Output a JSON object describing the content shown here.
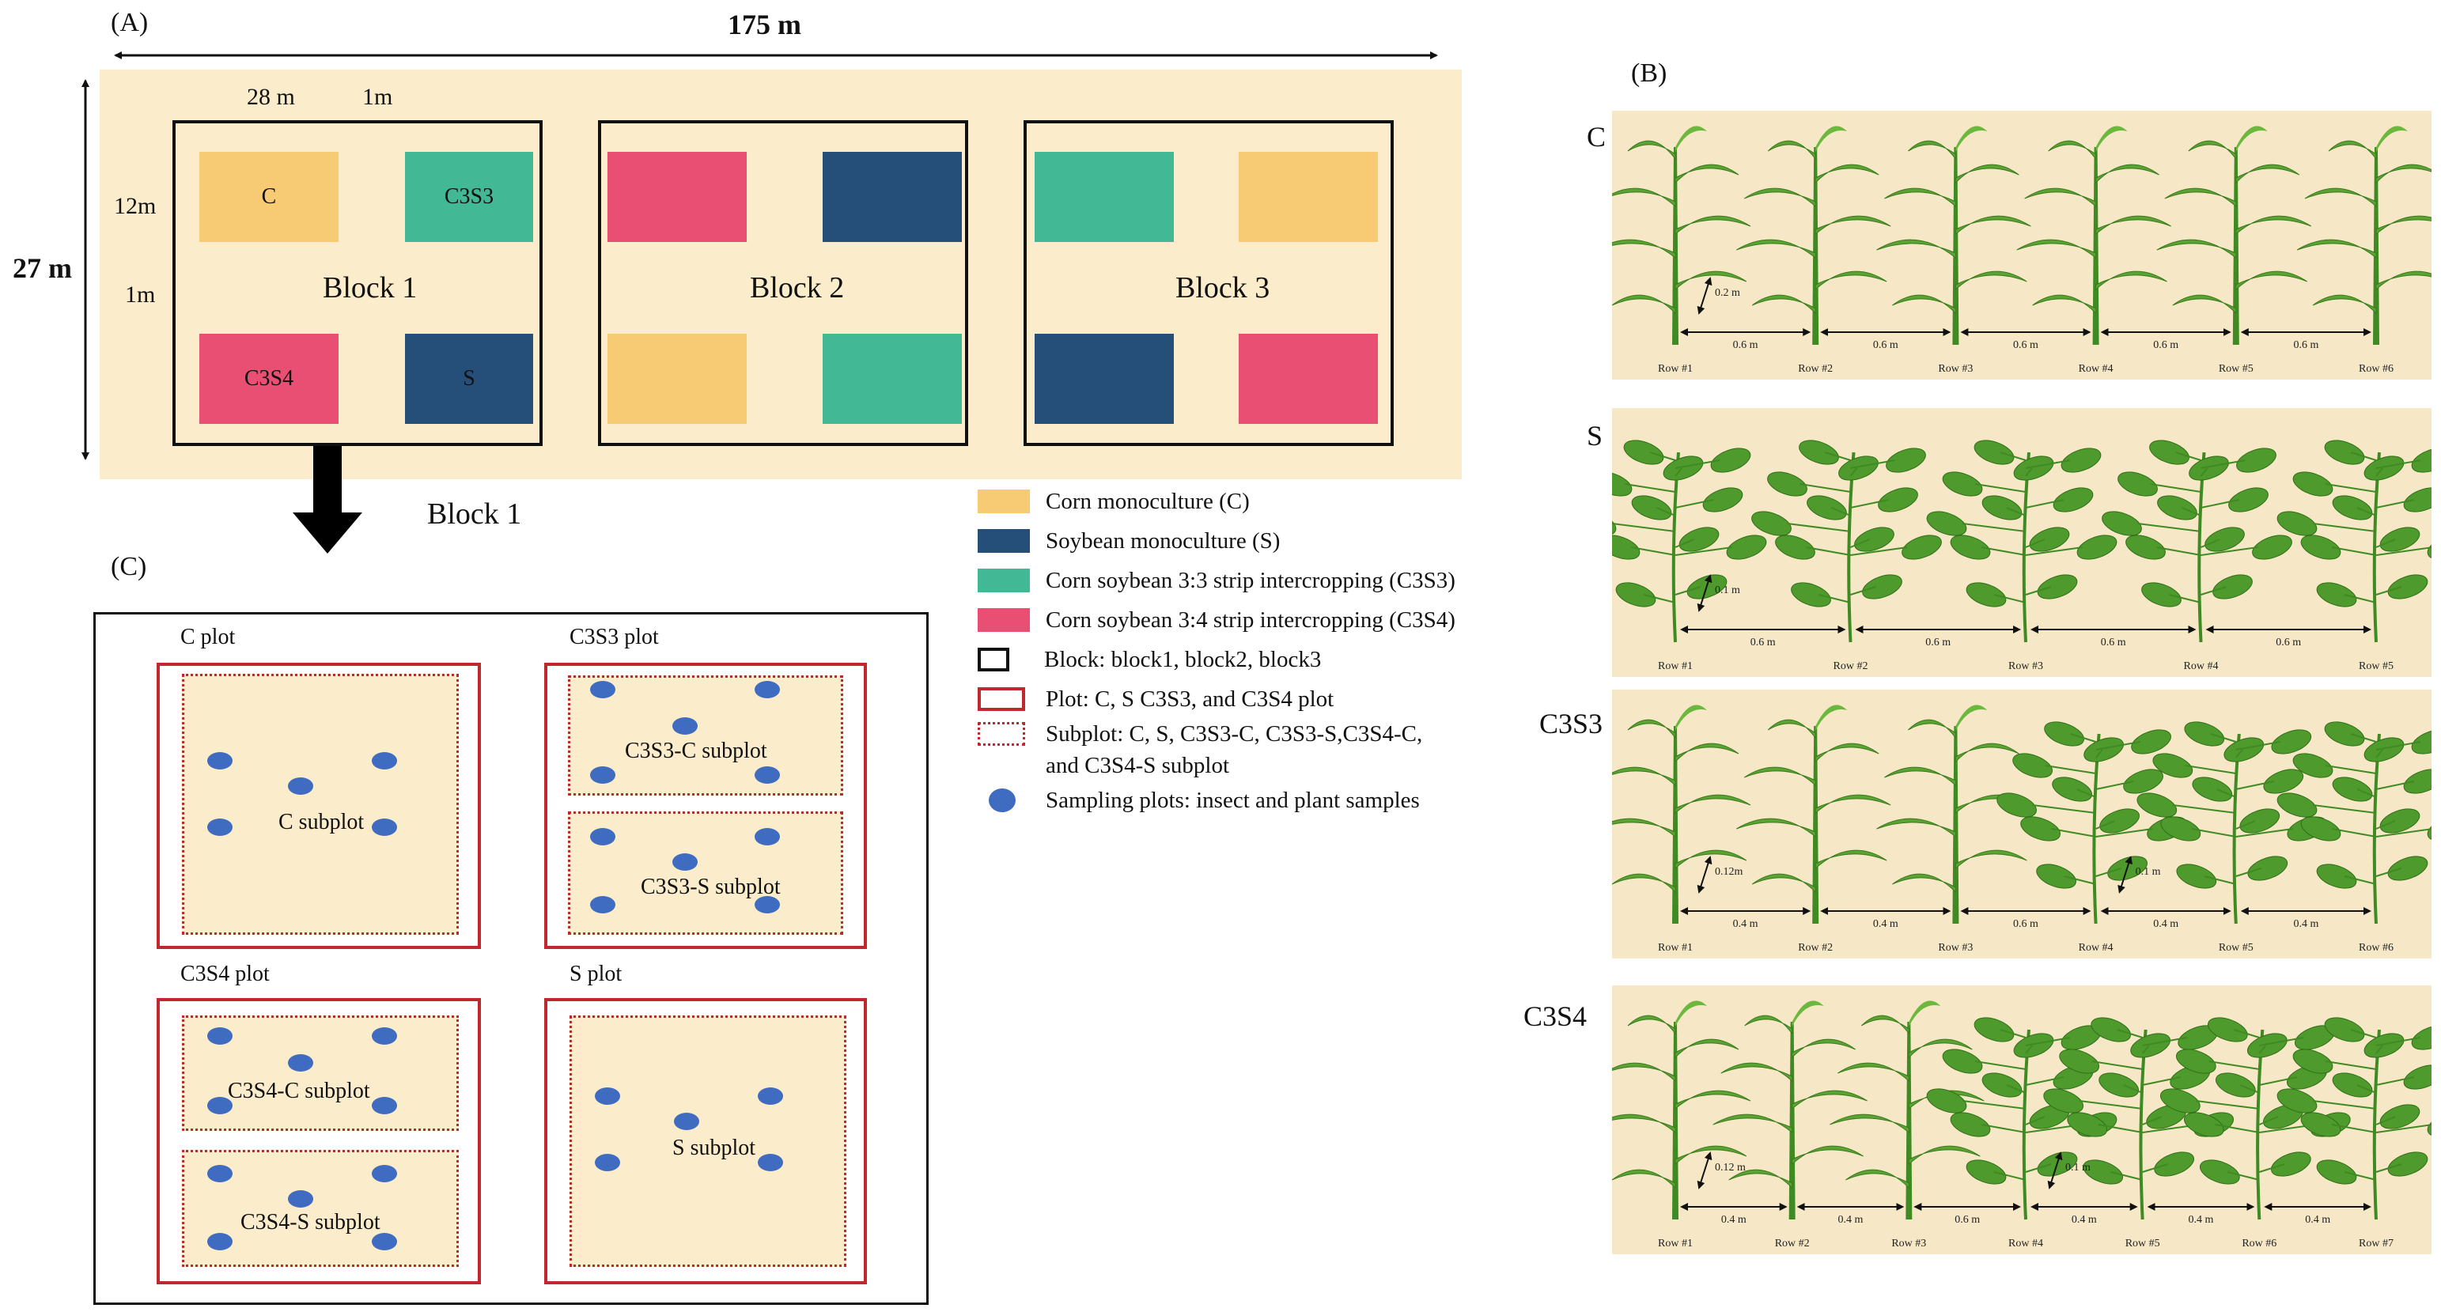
{
  "panel_a": {
    "letter": "(A)",
    "width_label": "175 m",
    "height_label": "27 m",
    "plot_width_label": "28 m",
    "gap_h_label": "1m",
    "plot_height_label": "12m",
    "gap_v_label": "1m",
    "blocks": [
      {
        "label": "Block 1",
        "plots": [
          {
            "label": "C",
            "color": "#f7cb74"
          },
          {
            "label": "C3S3",
            "color": "#42b894"
          },
          {
            "label": "C3S4",
            "color": "#e94f73"
          },
          {
            "label": "S",
            "color": "#254e79"
          }
        ]
      },
      {
        "label": "Block 2",
        "plots": [
          {
            "label": "",
            "color": "#e94f73"
          },
          {
            "label": "",
            "color": "#254e79"
          },
          {
            "label": "",
            "color": "#f7cb74"
          },
          {
            "label": "",
            "color": "#42b894"
          }
        ]
      },
      {
        "label": "Block 3",
        "plots": [
          {
            "label": "",
            "color": "#42b894"
          },
          {
            "label": "",
            "color": "#f7cb74"
          },
          {
            "label": "",
            "color": "#254e79"
          },
          {
            "label": "",
            "color": "#e94f73"
          }
        ]
      }
    ],
    "zoom_label": "Block 1"
  },
  "legend": [
    {
      "text": "Corn monoculture (C)",
      "kind": "fill",
      "color": "#f7cb74"
    },
    {
      "text": "Soybean monoculture (S)",
      "kind": "fill",
      "color": "#254e79"
    },
    {
      "text": "Corn soybean 3:3 strip intercropping (C3S3)",
      "kind": "fill",
      "color": "#42b894"
    },
    {
      "text": "Corn soybean 3:4 strip intercropping (C3S4)",
      "kind": "fill",
      "color": "#e94f73"
    },
    {
      "text": "Block: block1, block2, block3",
      "kind": "block-outline",
      "color": "#111111"
    },
    {
      "text": "Plot: C, S C3S3, and C3S4 plot",
      "kind": "plot-outline",
      "color": "#c0282d"
    },
    {
      "text": "Subplot: C, S, C3S3-C, C3S3-S,C3S4-C,",
      "kind": "subplot-outline",
      "color": "#c0282d"
    },
    {
      "text": "and C3S4-S subplot",
      "kind": "none",
      "color": ""
    },
    {
      "text": "Sampling plots: insect and plant samples",
      "kind": "dot",
      "color": "#3f6cc1"
    }
  ],
  "panel_c": {
    "letter": "(C)",
    "plots": [
      {
        "title": "C plot",
        "subplots": [
          "C subplot"
        ]
      },
      {
        "title": "C3S3 plot",
        "subplots": [
          "C3S3-C subplot",
          "C3S3-S subplot"
        ]
      },
      {
        "title": "C3S4 plot",
        "subplots": [
          "C3S4-C subplot",
          "C3S4-S subplot"
        ]
      },
      {
        "title": "S plot",
        "subplots": [
          "S subplot"
        ]
      }
    ]
  },
  "panel_b": {
    "letter": "(B)",
    "panels": [
      {
        "treatment": "C",
        "crops": [
          "corn",
          "corn",
          "corn",
          "corn",
          "corn",
          "corn"
        ],
        "rows": [
          "Row #1",
          "Row #2",
          "Row #3",
          "Row #4",
          "Row #5",
          "Row #6"
        ],
        "spacings": [
          "0.6 m",
          "0.6 m",
          "0.6 m",
          "0.6 m",
          "0.6 m"
        ],
        "plant_spacings": [
          "0.2 m"
        ]
      },
      {
        "treatment": "S",
        "crops": [
          "soy",
          "soy",
          "soy",
          "soy",
          "soy"
        ],
        "rows": [
          "Row #1",
          "Row #2",
          "Row #3",
          "Row #4",
          "Row #5"
        ],
        "spacings": [
          "0.6 m",
          "0.6 m",
          "0.6 m",
          "0.6 m"
        ],
        "plant_spacings": [
          "0.1 m"
        ]
      },
      {
        "treatment": "C3S3",
        "crops": [
          "corn",
          "corn",
          "corn",
          "soy",
          "soy",
          "soy"
        ],
        "rows": [
          "Row #1",
          "Row #2",
          "Row #3",
          "Row #4",
          "Row #5",
          "Row #6"
        ],
        "spacings": [
          "0.4 m",
          "0.4 m",
          "0.6 m",
          "0.4 m",
          "0.4 m"
        ],
        "plant_spacings": [
          "0.12m",
          "0.1 m"
        ]
      },
      {
        "treatment": "C3S4",
        "crops": [
          "corn",
          "corn",
          "corn",
          "soy",
          "soy",
          "soy",
          "soy"
        ],
        "rows": [
          "Row #1",
          "Row #2",
          "Row #3",
          "Row #4",
          "Row #5",
          "Row #6",
          "Row #7"
        ],
        "spacings": [
          "0.4 m",
          "0.4 m",
          "0.6 m",
          "0.4 m",
          "0.4 m",
          "0.4 m"
        ],
        "plant_spacings": [
          "0.12 m",
          "0.1 m"
        ]
      }
    ]
  }
}
